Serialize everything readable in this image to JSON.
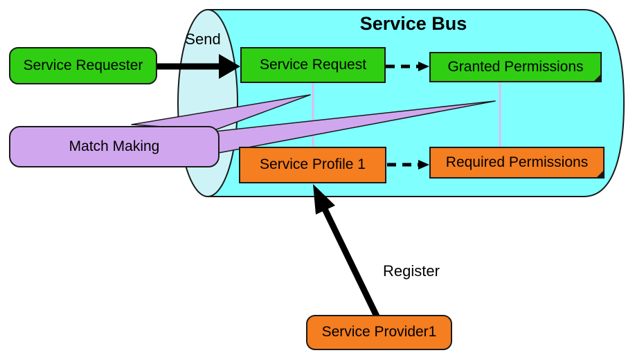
{
  "diagram": {
    "title": "Service Bus",
    "nodes": {
      "service_requester": {
        "label": "Service Requester",
        "color": "#2FCE12",
        "shape": "rounded-rect"
      },
      "service_request": {
        "label": "Service Request",
        "color": "#2FCE12",
        "shape": "rect"
      },
      "granted_permissions": {
        "label": "Granted Permissions",
        "color": "#2FCE12",
        "shape": "rect-folded-corner"
      },
      "match_making": {
        "label": "Match Making",
        "color": "#D0A7EF",
        "shape": "rounded-rect-callout"
      },
      "service_profile_1": {
        "label": "Service Profile 1",
        "color": "#F57E20",
        "shape": "rect"
      },
      "required_permissions": {
        "label": "Required Permissions",
        "color": "#F57E20",
        "shape": "rect-folded-corner"
      },
      "service_provider_1": {
        "label": "Service Provider1",
        "color": "#F57E20",
        "shape": "rounded-rect"
      }
    },
    "edges": {
      "send": {
        "label": "Send",
        "from": "service_requester",
        "to": "service_request",
        "style": "thick-solid-arrow"
      },
      "request_to_granted": {
        "label": "",
        "from": "service_request",
        "to": "granted_permissions",
        "style": "dashed-arrow"
      },
      "profile_to_required": {
        "label": "",
        "from": "service_profile_1",
        "to": "required_permissions",
        "style": "dashed-arrow"
      },
      "register": {
        "label": "Register",
        "from": "service_provider_1",
        "to": "service_profile_1",
        "style": "thick-solid-arrow"
      },
      "matchlink_request_profile": {
        "label": "",
        "from": "service_request",
        "to": "service_profile_1",
        "style": "plain-link-line"
      },
      "matchlink_granted_required": {
        "label": "",
        "from": "granted_permissions",
        "to": "required_permissions",
        "style": "plain-link-line"
      }
    },
    "colors": {
      "cylinder_body": "#80FFFF",
      "cylinder_cap": "#CDF3F6",
      "green": "#2FCE12",
      "orange": "#F57E20",
      "purple": "#D0A7EF",
      "pink_link": "#DCBCEC",
      "outline": "#1A1A1A"
    }
  }
}
